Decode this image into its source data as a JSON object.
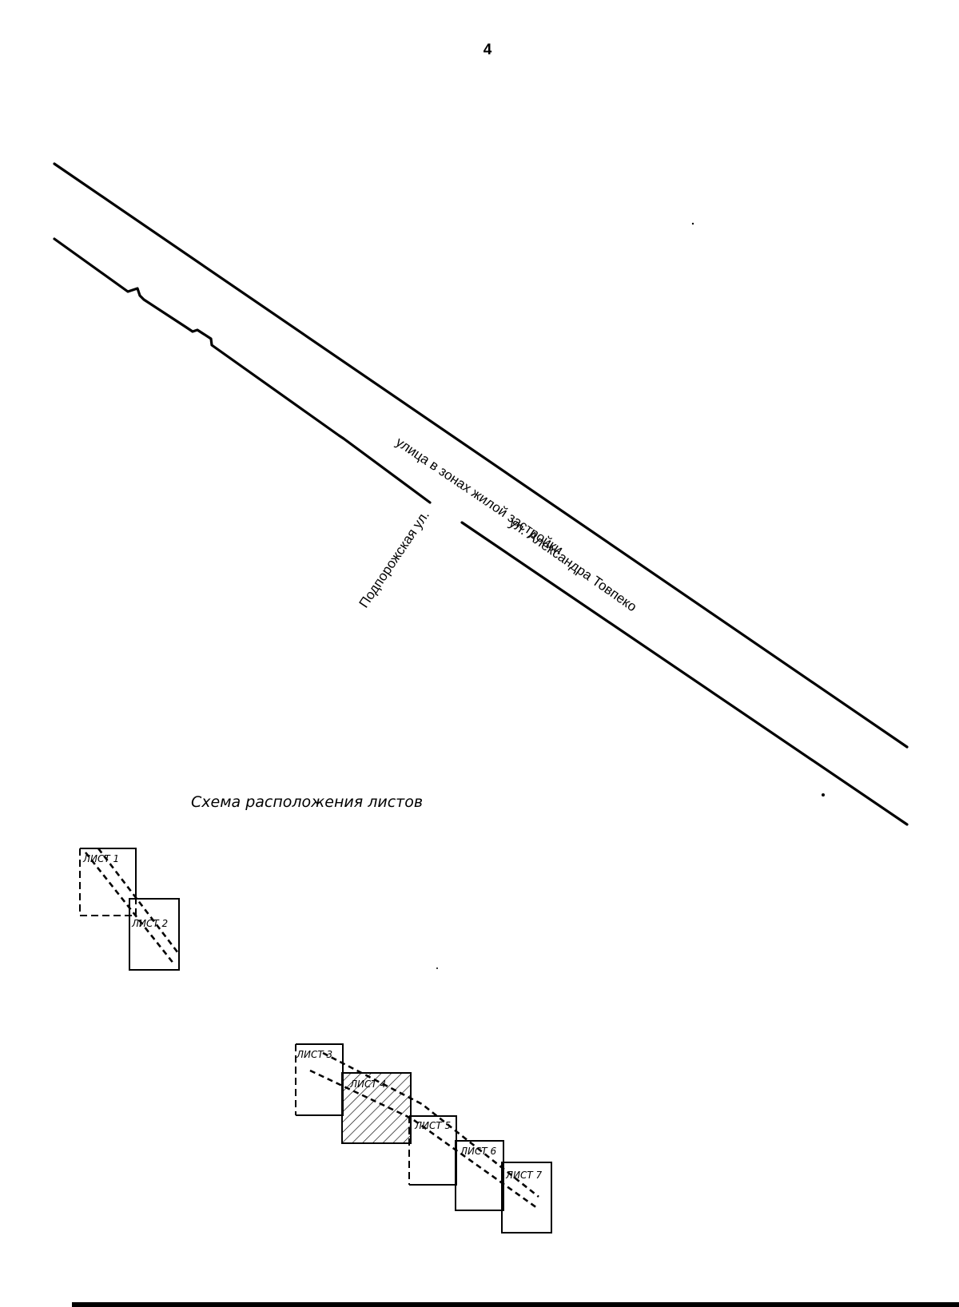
{
  "page_number": "4",
  "streets": {
    "main_street": "ул. Александра Товпеко",
    "street_type": "улица в зонах жилой застройки",
    "side_street": "Подпорожская ул."
  },
  "schema": {
    "title": "Схема расположения листов",
    "sheets": [
      {
        "label": "ЛИСТ 1",
        "highlighted": false
      },
      {
        "label": "ЛИСТ 2",
        "highlighted": false
      },
      {
        "label": "ЛИСТ 3",
        "highlighted": false
      },
      {
        "label": "ЛИСТ 4",
        "highlighted": true
      },
      {
        "label": "ЛИСТ 5",
        "highlighted": false
      },
      {
        "label": "ЛИСТ 6",
        "highlighted": false
      },
      {
        "label": "ЛИСТ 7",
        "highlighted": false
      }
    ]
  }
}
